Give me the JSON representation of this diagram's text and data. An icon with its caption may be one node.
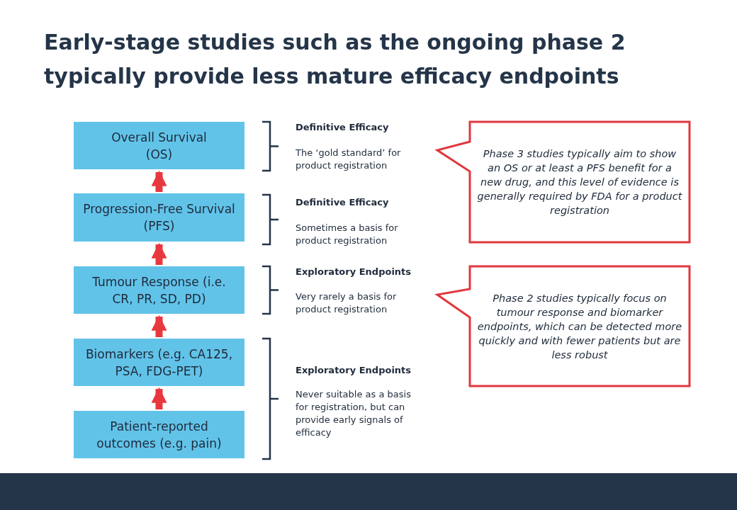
{
  "diagram": {
    "title": "Early-stage studies such as the ongoing phase 2 typically provide less mature efficacy endpoints",
    "nodes": [
      {
        "text": [
          "Overall Survival (OS)"
        ]
      },
      {
        "text": [
          "Progression-Free Survival (PFS)"
        ]
      },
      {
        "text": [
          "Tumour Response (i.e. CR, PR, SD, PD)"
        ]
      },
      {
        "text": [
          "Biomarkers (e.g. CA125, PSA, FDG-PET)"
        ]
      },
      {
        "text": [
          "Patient-reported outcomes (e.g. pain)"
        ]
      },
      {
        "text": [
          "Phase 3 studies typically aim to show an OS or at least a PFS benefit for a new drug, and this level of evidence is generally required by FDA for a product registration"
        ]
      },
      {
        "text": [
          "Phase 2 studies typically focus on tumour response and biomarker endpoints, which can be detected more quickly and with fewer patients but are less robust"
        ]
      }
    ],
    "edges": [
      {
        "from": 4,
        "to": 3,
        "arrow": "to"
      },
      {
        "from": 3,
        "to": 2,
        "arrow": "to"
      },
      {
        "from": 2,
        "to": 1,
        "arrow": "to"
      },
      {
        "from": 1,
        "to": 0,
        "arrow": "to"
      }
    ],
    "labels": [
      "Definitive Efficacy",
      "The ‘gold standard’ for product registration",
      "Definitive Efficacy",
      "Sometimes a basis for product registration",
      "Exploratory Endpoints",
      "Very rarely a basis for product registration",
      "Exploratory Endpoints",
      "Never suitable as a basis for registration, but can provide early signals of efficacy"
    ]
  }
}
